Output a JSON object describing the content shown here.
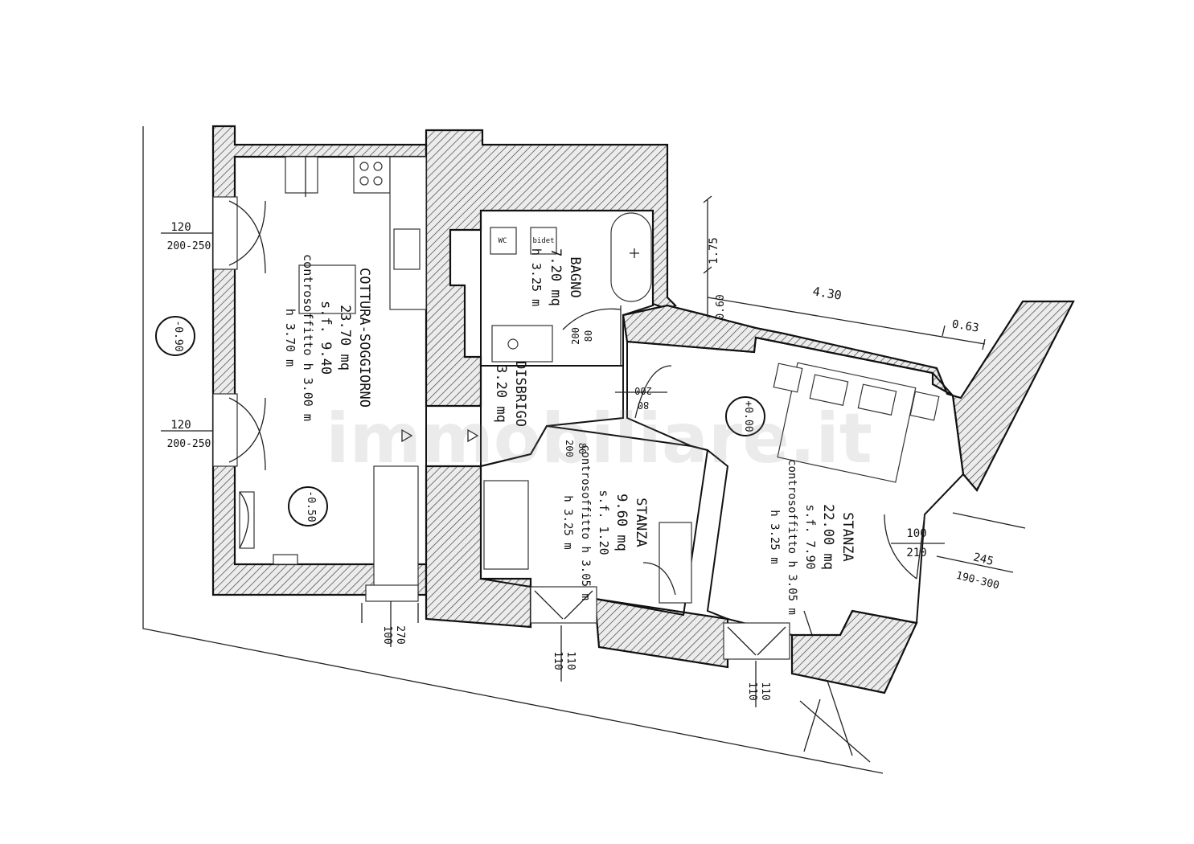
{
  "rooms": {
    "cottura": {
      "name": "COTTURA-SOGGIORNO",
      "area": "23.70 mq",
      "sf": "s.f. 9.40",
      "ceiling": "controsoffitto h 3.00 m",
      "height": "h 3.70 m"
    },
    "bagno": {
      "name": "BAGNO",
      "area": "7.20 mq",
      "height": "h 3.25 m"
    },
    "disbrigo": {
      "name": "DISBRIGO",
      "area": "3.20 mq"
    },
    "stanza_small": {
      "name": "STANZA",
      "area": "9.60 mq",
      "sf": "s.f. 1.20",
      "ceiling": "controsoffitto h 3.05 m",
      "height": "h 3.25 m"
    },
    "stanza_large": {
      "name": "STANZA",
      "area": "22.00 mq",
      "sf": "s.f. 7.90",
      "ceiling": "controsoffitto h 3.05 m",
      "height": "h 3.25 m"
    }
  },
  "levels": {
    "outside": "-0.90",
    "soggiorno": "-0.50",
    "stanza": "+0.00"
  },
  "dimensions": {
    "d175": "1.75",
    "d060": "0.60",
    "d430": "4.30",
    "d063": "0.63",
    "win1_w": "120",
    "win1_h": "200-250",
    "win2_w": "120",
    "win2_h": "200-250",
    "door_bagno_w": "80",
    "door_bagno_h": "200",
    "door_disbrigo_w": "80",
    "door_disbrigo_h": "200",
    "door_stanza_w": "80",
    "door_stanza_h": "200",
    "door_ext_w": "100",
    "door_ext_h": "210",
    "door_ext2_w": "245",
    "door_ext2_h": "190-300",
    "win_bottom1_w": "100",
    "win_bottom1_h": "270",
    "win_bottom2_w": "110",
    "win_bottom2_h": "110",
    "win_bottom3_w": "110",
    "win_bottom3_h": "110"
  },
  "fixtures": {
    "wc": "WC",
    "bidet": "bidet"
  },
  "watermark": "immobiliare.it"
}
